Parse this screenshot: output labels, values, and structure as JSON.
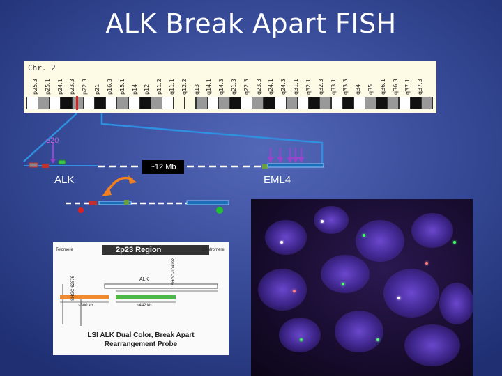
{
  "title": "ALK Break Apart FISH",
  "ideogram": {
    "chromosome_label": "Chr. 2",
    "bands": [
      "p25.3",
      "p25.1",
      "p24.1",
      "p23.3",
      "p22.3",
      "p21",
      "p16.3",
      "p15.1",
      "p14",
      "p12",
      "p11.2",
      "q11.1",
      "q12.2",
      "q13",
      "q14.1",
      "q14.3",
      "q21.3",
      "q22.3",
      "q23.3",
      "q24.1",
      "q24.3",
      "q31.1",
      "q32.1",
      "q32.3",
      "q33.1",
      "q33.3",
      "q34",
      "q35",
      "q36.1",
      "q36.3",
      "q37.1",
      "q37.3"
    ]
  },
  "diagram": {
    "exon_label": "e20",
    "alk_label": "ALK",
    "eml4_label": "EML4",
    "distance_label": "~12 Mb"
  },
  "probe_panel": {
    "region_title": "2p23 Region",
    "telomere_label": "Telomere",
    "centromere_label": "Centromere",
    "marker_left": "SHGC-62876",
    "marker_right": "SHGC-104192",
    "gene_label": "ALK",
    "left_size": "~300 kb",
    "right_size": "~442 kb",
    "footer_line1": "LSI ALK Dual Color, Break Apart",
    "footer_line2": "Rearrangement Probe",
    "colors": {
      "orange": "#f08a30",
      "green": "#4cb848"
    }
  }
}
